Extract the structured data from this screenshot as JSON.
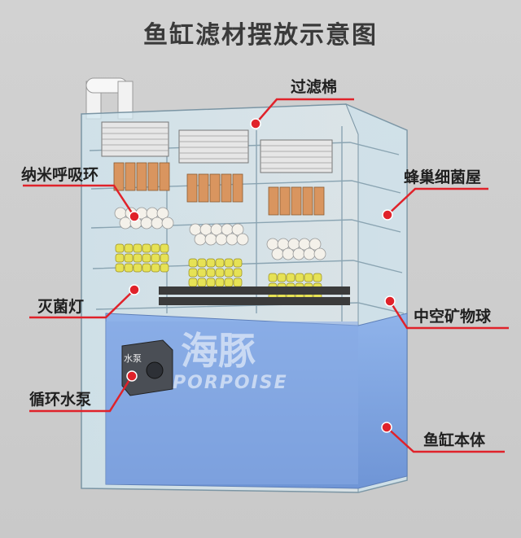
{
  "title": "鱼缸滤材摆放示意图",
  "labels": {
    "filter_cotton": "过滤棉",
    "nano_ring": "纳米呼吸环",
    "honeycomb_house": "蜂巢细菌屋",
    "uv_lamp": "灭菌灯",
    "hollow_ball": "中空矿物球",
    "pump": "循环水泵",
    "tank_body": "鱼缸本体"
  },
  "pump_text": "水泵",
  "watermark": {
    "cn": "海豚",
    "en": "PORPOISE"
  },
  "colors": {
    "callout_red": "#e0222a",
    "glass": "#bfe0ee",
    "water": "#7fa6e0",
    "ring": "#d9955f",
    "ball": "#e6e255"
  }
}
